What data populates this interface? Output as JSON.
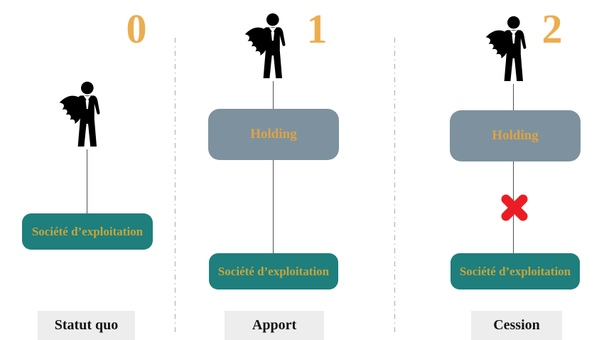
{
  "colors": {
    "number_gold": "#ebae4f",
    "holding_gray": "#7d929e",
    "holding_text_gold": "#dfa343",
    "teal": "#1e7f7c",
    "operating_text_gold": "#c9a43c",
    "caption_bg": "#ededed",
    "caption_text": "#151515",
    "divider_gray": "#b3b3b3",
    "line_gray": "#4f4f4f",
    "cross_red": "#ec1c24",
    "figure_black": "#000000"
  },
  "icons": {
    "owner": "superhero-businessman-icon",
    "blocked_link": "red-cross-icon"
  },
  "columns": [
    {
      "number": "0",
      "operating_company": "Société d’exploitation",
      "caption": "Statut quo"
    },
    {
      "number": "1",
      "holding": "Holding",
      "operating_company": "Société d’exploitation",
      "caption": "Apport"
    },
    {
      "number": "2",
      "holding": "Holding",
      "operating_company": "Société d’exploitation",
      "caption": "Cession"
    }
  ]
}
